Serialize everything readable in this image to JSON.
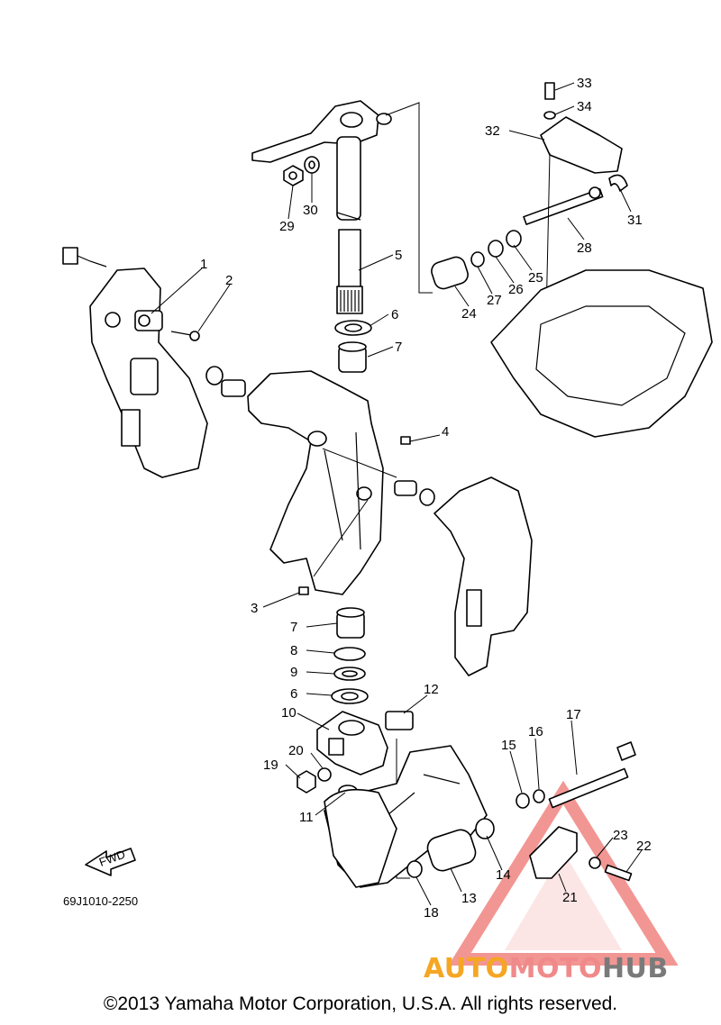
{
  "diagram_code": "69J1010-2250",
  "fwd_label": "FWD",
  "copyright": "©2013 Yamaha Motor Corporation, U.S.A. All rights reserved.",
  "watermark": {
    "part1": "AUTO",
    "part2": "MOTO",
    "part3": "HUB"
  },
  "watermark_colors": {
    "auto": "#f5a623",
    "moto": "#f08a8a",
    "hub": "#7a7a7a",
    "triangle": "#e8413c"
  },
  "callouts": {
    "n1": "1",
    "n2": "2",
    "n3": "3",
    "n4": "4",
    "n5": "5",
    "n6a": "6",
    "n6b": "6",
    "n7a": "7",
    "n7b": "7",
    "n8": "8",
    "n9": "9",
    "n10": "10",
    "n11": "11",
    "n12": "12",
    "n13": "13",
    "n14": "14",
    "n15": "15",
    "n16": "16",
    "n17": "17",
    "n18": "18",
    "n19": "19",
    "n20": "20",
    "n21": "21",
    "n22": "22",
    "n23": "23",
    "n24": "24",
    "n25": "25",
    "n26": "26",
    "n27": "27",
    "n28": "28",
    "n29": "29",
    "n30": "30",
    "n31": "31",
    "n32": "32",
    "n33": "33",
    "n34": "34"
  }
}
